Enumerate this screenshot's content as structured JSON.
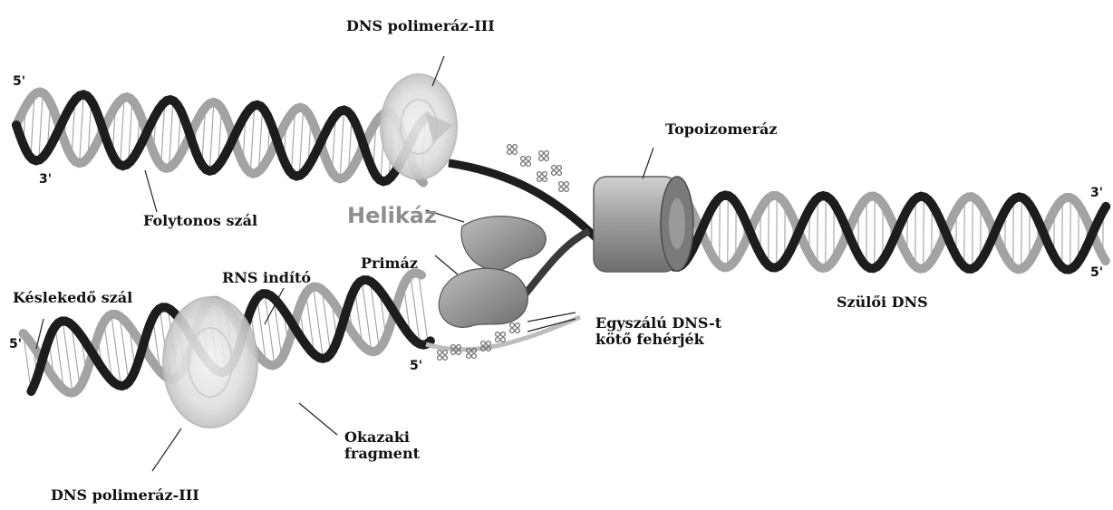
{
  "diagram": {
    "labels": {
      "pol3_top": "DNS polimeráz-III",
      "topo": "Topoizomeráz",
      "continuous": "Folytonos szál",
      "helicase": "Helikáz",
      "rna_primer": "RNS indító",
      "primase": "Primáz",
      "lagging": "Késlekedő szál",
      "ssb": "Egyszálú DNS-t\nkötő fehérjék",
      "parent": "Szülői DNS",
      "okazaki": "Okazaki\nfragment",
      "pol3_bottom": "DNS polimeráz-III"
    },
    "ends": {
      "top_left_5": "5'",
      "top_left_3": "3'",
      "right_3": "3'",
      "right_5": "5'",
      "bottom_left_5": "5'",
      "primer_5": "5'"
    },
    "colors": {
      "dark_strand": "#1d1d1d",
      "light_strand": "#a3a3a3",
      "rungs": "#8a8a8a",
      "enzyme": "#9a9a9a",
      "polymerase_ring": "#d9d9d9",
      "ssb_protein": "#707070"
    }
  }
}
